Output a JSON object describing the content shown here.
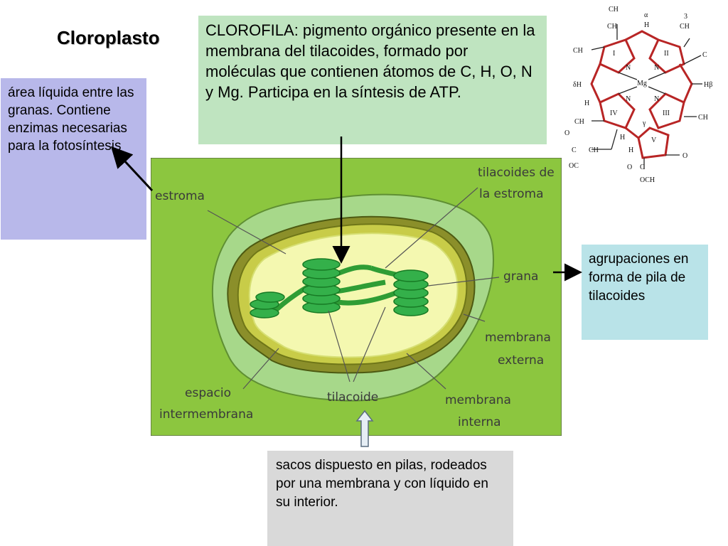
{
  "slide": {
    "title": "Cloroplasto",
    "chlorophyll_note": "CLOROFILA: pigmento orgánico presente en la membrana del tilacoides, formado por moléculas que contienen átomos de C, H, O, N y Mg. Participa en la síntesis de ATP.",
    "stroma_note": "área líquida entre las granas. Contiene enzimas necesarias para la fotosíntesis",
    "grana_note": "agrupaciones en forma de pila de tilacoides",
    "thylakoid_note": "sacos  dispuesto en pilas, rodeados por una membrana y con líquido en su interior."
  },
  "diagram": {
    "labels": {
      "estroma": "estroma",
      "tilacoides_estroma_1": "tilacoides de",
      "tilacoides_estroma_2": "la estroma",
      "grana": "grana",
      "membrana_externa_1": "membrana",
      "membrana_externa_2": "externa",
      "espacio_1": "espacio",
      "espacio_2": "intermembrana",
      "tilacoide": "tilacoide",
      "membrana_interna_1": "membrana",
      "membrana_interna_2": "interna"
    }
  },
  "molecule": {
    "ch": "CH",
    "ch2_top": "CH",
    "alpha": "α",
    "h_top": "H",
    "three": "3",
    "ch3_top": "CH",
    "ch3_left": "CH",
    "c2h5": "C",
    "ring_i": "I",
    "ring_ii": "II",
    "ring_iii": "III",
    "ring_iv": "IV",
    "ring_v": "V",
    "n1": "N",
    "n2": "N",
    "n3": "N",
    "n4": "N",
    "mg": "Mg",
    "delta_h": "δH",
    "h_beta": "Hβ",
    "h_iv": "H",
    "ch3_iv": "CH",
    "ch3_iii": "CH",
    "gamma": "γ",
    "h_side": "H",
    "h_v": "H",
    "ester_o": "O",
    "ester_c": "C",
    "ch2ch2": "CH",
    "oc20": "OC",
    "oc_o": "O",
    "oc_c": "C",
    "och3": "OCH",
    "keto_o": "O",
    "eq": "═"
  }
}
